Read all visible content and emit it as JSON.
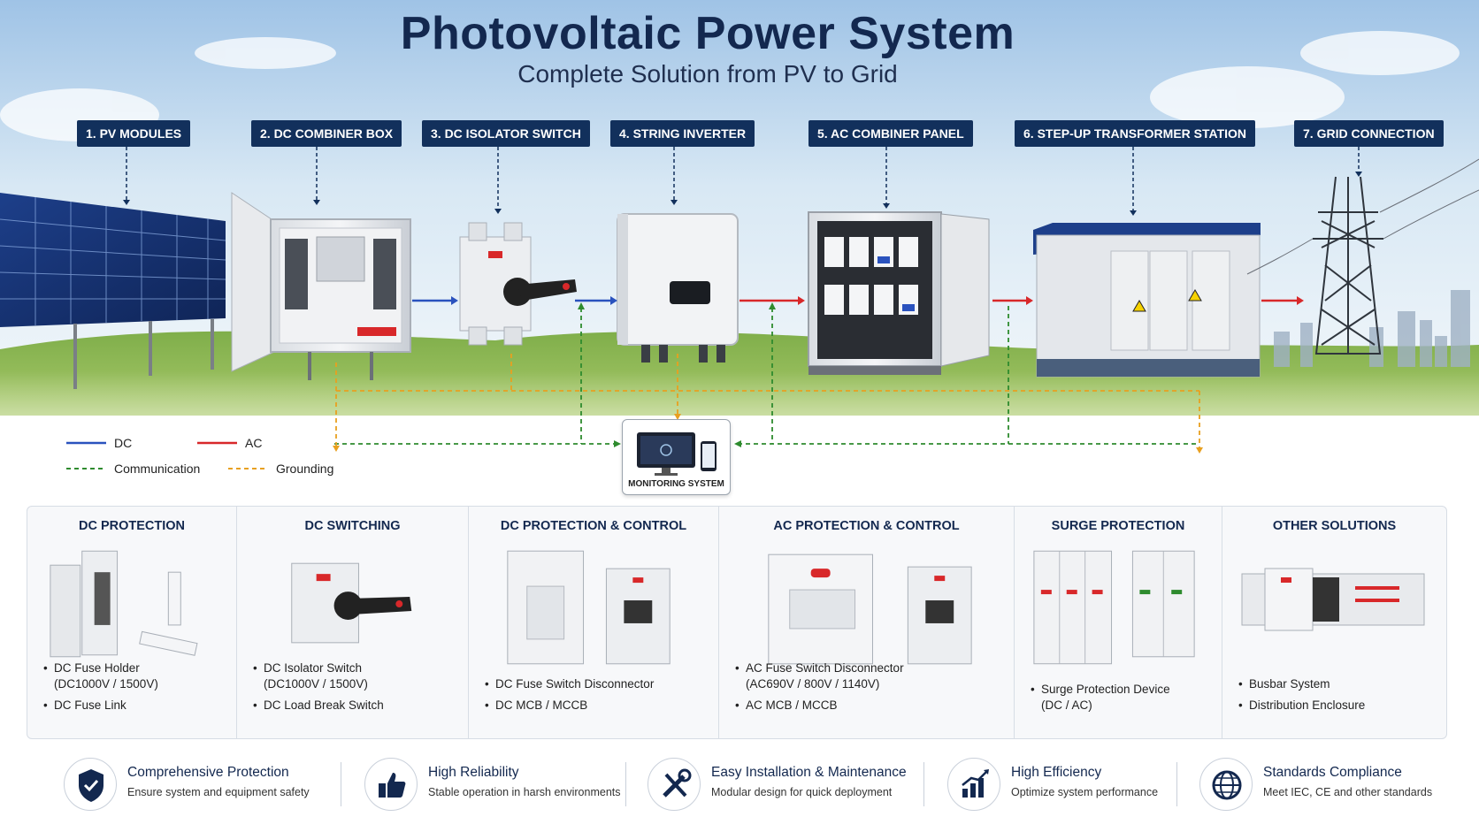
{
  "header": {
    "title": "Photovoltaic Power System",
    "subtitle": "Complete Solution from PV to Grid"
  },
  "steps": [
    {
      "label": "1. PV MODULES"
    },
    {
      "label": "2. DC COMBINER BOX"
    },
    {
      "label": "3. DC ISOLATOR SWITCH"
    },
    {
      "label": "4. STRING INVERTER"
    },
    {
      "label": "5. AC COMBINER PANEL"
    },
    {
      "label": "6. STEP-UP TRANSFORMER STATION"
    },
    {
      "label": "7. GRID CONNECTION"
    }
  ],
  "legend": {
    "dc": "DC",
    "ac": "AC",
    "communication": "Communication",
    "grounding": "Grounding"
  },
  "monitoring": {
    "label": "MONITORING SYSTEM"
  },
  "colors": {
    "dc": "#2a52be",
    "ac": "#d8282a",
    "communication": "#2e8b2e",
    "grounding": "#e8a020",
    "label_bg": "#12305c",
    "brand_red": "#d8282a"
  },
  "panels": [
    {
      "title": "DC PROTECTION",
      "items": [
        "DC Fuse Holder\n(DC1000V / 1500V)",
        "DC Fuse Link"
      ]
    },
    {
      "title": "DC SWITCHING",
      "items": [
        "DC Isolator Switch\n(DC1000V / 1500V)",
        "DC Load Break Switch"
      ]
    },
    {
      "title": "DC PROTECTION & CONTROL",
      "items": [
        "DC Fuse Switch Disconnector",
        "DC MCB / MCCB"
      ]
    },
    {
      "title": "AC PROTECTION & CONTROL",
      "items": [
        "AC Fuse Switch Disconnector\n(AC690V / 800V / 1140V)",
        "AC MCB / MCCB"
      ]
    },
    {
      "title": "SURGE PROTECTION",
      "items": [
        "Surge Protection Device\n(DC / AC)"
      ]
    },
    {
      "title": "OTHER SOLUTIONS",
      "items": [
        "Busbar System",
        "Distribution Enclosure"
      ]
    }
  ],
  "features": [
    {
      "title": "Comprehensive Protection",
      "desc": "Ensure system and equipment safety",
      "icon": "shield-icon"
    },
    {
      "title": "High Reliability",
      "desc": "Stable operation in harsh environments",
      "icon": "thumbs-up-icon"
    },
    {
      "title": "Easy Installation & Maintenance",
      "desc": "Modular design for quick deployment",
      "icon": "tools-icon"
    },
    {
      "title": "High Efficiency",
      "desc": "Optimize system performance",
      "icon": "bar-chart-icon"
    },
    {
      "title": "Standards Compliance",
      "desc": "Meet IEC, CE and other standards",
      "icon": "globe-icon"
    }
  ]
}
